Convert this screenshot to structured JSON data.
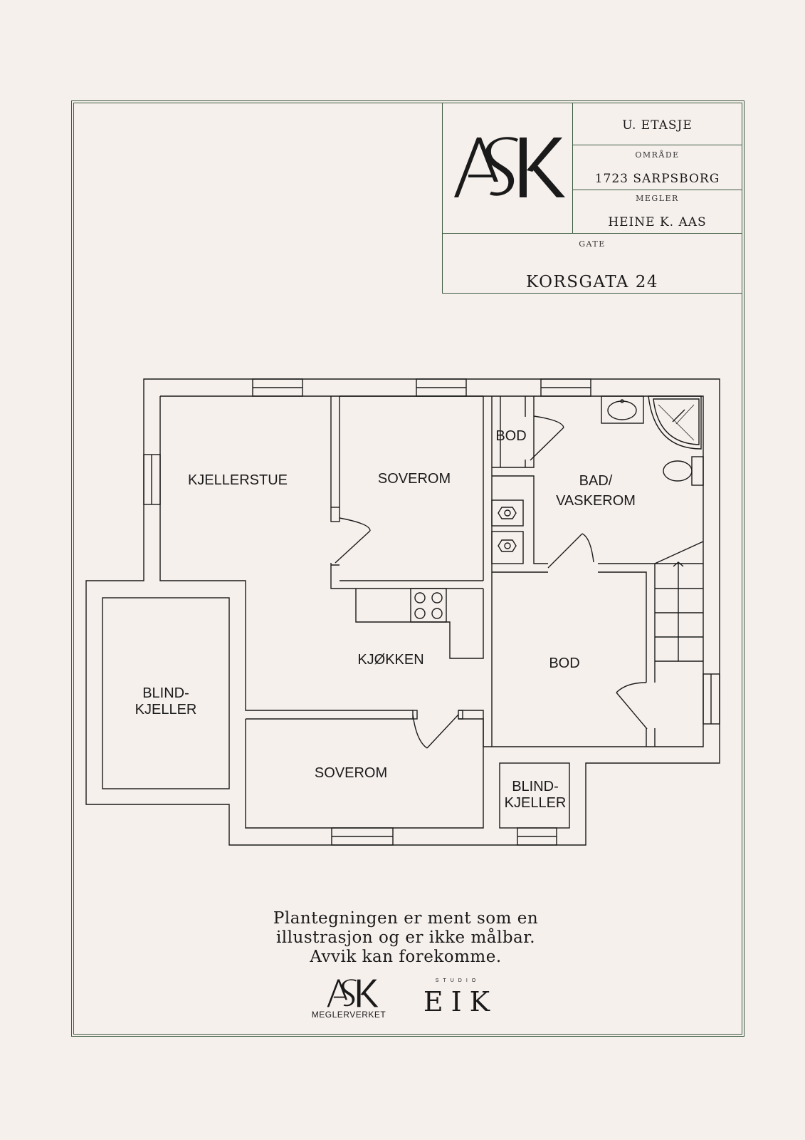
{
  "title_block": {
    "floor": "U. ETASJE",
    "area_label": "OMRÅDE",
    "area": "1723 SARPSBORG",
    "broker_label": "MEGLER",
    "broker": "HEINE K. AAS",
    "street_label": "GATE",
    "street": "KORSGATA 24",
    "logo_text": "ASK"
  },
  "rooms": {
    "kjellerstue": "KJELLERSTUE",
    "soverom_top": "SOVEROM",
    "bod_small": "BOD",
    "bad_line1": "BAD/",
    "bad_line2": "VASKEROM",
    "kjokken": "KJØKKEN",
    "bod_large": "BOD",
    "blind_left_line1": "BLIND-",
    "blind_left_line2": "KJELLER",
    "soverom_bottom": "SOVEROM",
    "blind_right_line1": "BLIND-",
    "blind_right_line2": "KJELLER"
  },
  "disclaimer": {
    "line1": "Plantegningen er ment som en",
    "line2": "illustrasjon og er ikke målbar.",
    "line3": "Avvik kan forekomme."
  },
  "footer": {
    "ask_logo": "ASK",
    "ask_sub": "MEGLERVERKET",
    "studio": "STUDIO",
    "eik": "EIK"
  },
  "colors": {
    "background": "#f6f0ed",
    "frame": "#3b5a3f",
    "ink": "#1a1a1a"
  }
}
